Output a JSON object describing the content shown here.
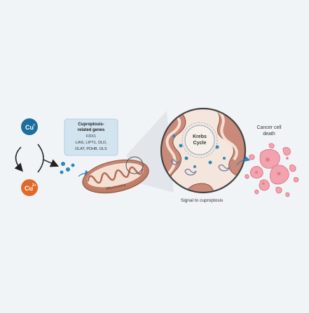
{
  "ions": {
    "cu_plus": {
      "label": "Cu",
      "charge": "+"
    },
    "cu_2plus": {
      "label": "Cu",
      "charge": "2+"
    }
  },
  "genes_box": {
    "title_line1": "Cuproptosis-",
    "title_line2": "related genes",
    "line1": "FDX1",
    "line2": "LIAS, LIPT1, DLD,",
    "line3": "DLAT, PDHB, GLS"
  },
  "mitochondria_label": "Mitochondria",
  "krebs_line1": "Krebs",
  "krebs_line2": "Cycle",
  "signal_label": "Signal to cuproptosis",
  "death_line1": "Cancer cell",
  "death_line2": "death",
  "colors": {
    "background": "#f1f4f7",
    "cu_plus": "#1c6e9e",
    "cu_2plus": "#e06a2a",
    "copper_dot": "#2f87b8",
    "mito_outer": "#c98a79",
    "mito_inner": "#f4dfd3",
    "cell_pink": "#f2a3ae"
  },
  "icons": [
    "redox-cycle-arrows",
    "copper-ion-dots",
    "mitochondrion",
    "zoom-lens",
    "cancer-cell-fragments"
  ]
}
